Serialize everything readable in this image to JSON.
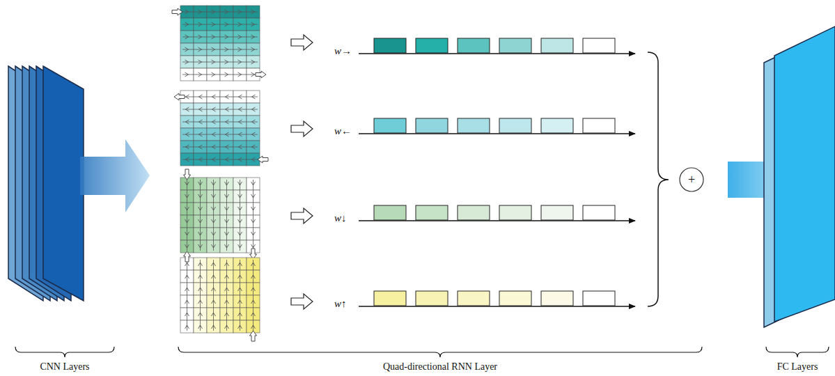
{
  "diagram": {
    "labels": [
      "w→",
      "w←",
      "w↓",
      "w↑",
      "+",
      "CNN Layers",
      "Quad-directional RNN Layer",
      "FC Layers"
    ]
  }
}
